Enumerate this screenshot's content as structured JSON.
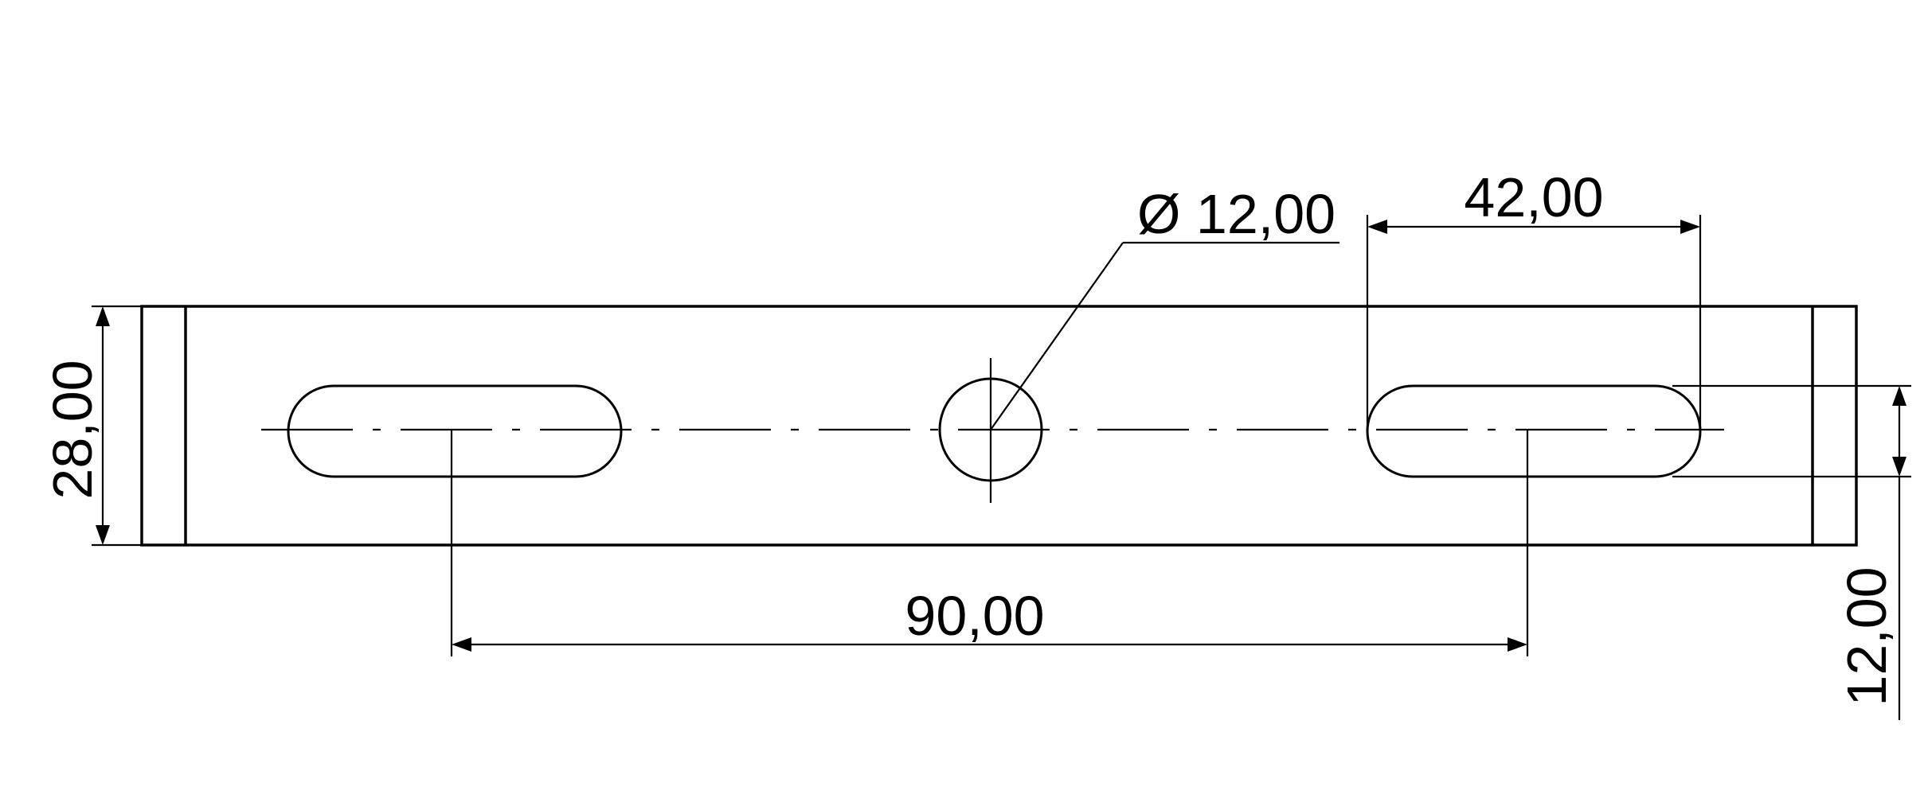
{
  "drawing": {
    "dimensions": {
      "overall_height": "28,00",
      "slot_spacing": "90,00",
      "slot_length": "42,00",
      "hole_diameter": "Ø 12,00",
      "slot_width": "12,00"
    },
    "colors": {
      "line": "#000000",
      "background": "#ffffff"
    }
  }
}
